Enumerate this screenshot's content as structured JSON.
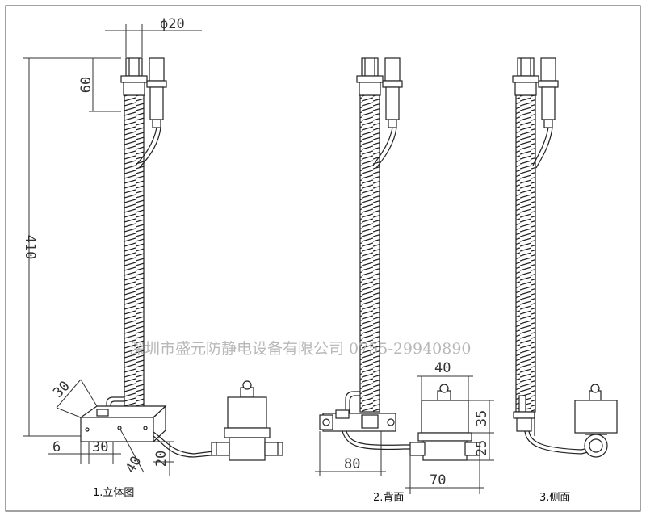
{
  "dimensions": {
    "diameter": "ϕ20",
    "top_height": "60",
    "total_height": "410",
    "slant": "30",
    "base_left": "6",
    "base_mid": "30",
    "angle": "40",
    "offset_drop": "20",
    "back_width": "80",
    "valve_top": "40",
    "valve_upper": "35",
    "valve_lower": "25",
    "valve_width": "70"
  },
  "watermark": "深圳市盛元防静电设备有限公司 0755-29940890",
  "captions": {
    "view1": "1.立体图",
    "view2": "2.背面",
    "view3": "3.侧面"
  }
}
